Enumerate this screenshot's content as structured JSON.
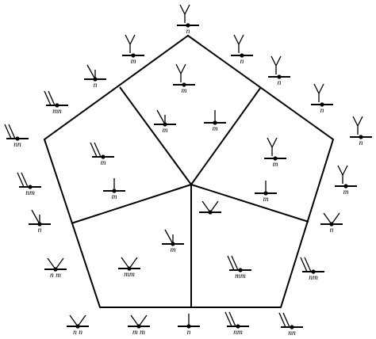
{
  "diagram": {
    "title": "",
    "regions": [
      {
        "id": "top",
        "glyph": {
          "type": "Y",
          "label": "m"
        }
      },
      {
        "id": "upper-left",
        "glyph": {
          "type": "double-slash",
          "label": "mm"
        }
      },
      {
        "id": "upper-right",
        "glyph": {
          "type": "Y",
          "label": "m"
        }
      },
      {
        "id": "lower-left",
        "glyph": {
          "type": "V",
          "label": "mm"
        }
      },
      {
        "id": "lower-right",
        "glyph": {
          "type": "double-slash",
          "label": "mm"
        }
      }
    ],
    "glyphs": [
      {
        "id": "g-top",
        "type": "Y",
        "label": "n"
      },
      {
        "id": "g-tl1",
        "type": "Y",
        "label": "m"
      },
      {
        "id": "g-tl2",
        "type": "slash",
        "label": "n"
      },
      {
        "id": "g-tl3",
        "type": "double-slash",
        "label": "mn"
      },
      {
        "id": "g-left1",
        "type": "double-slash",
        "label": "nn"
      },
      {
        "id": "g-left2",
        "type": "double-slash",
        "label": "nm"
      },
      {
        "id": "g-left3",
        "type": "slash",
        "label": "n"
      },
      {
        "id": "g-left4",
        "type": "V",
        "label": "n m"
      },
      {
        "id": "g-bot1",
        "type": "V",
        "label": "n n"
      },
      {
        "id": "g-bot2",
        "type": "V",
        "label": "m m"
      },
      {
        "id": "g-bot3",
        "type": "stem",
        "label": "n"
      },
      {
        "id": "g-bot4",
        "type": "double-slash",
        "label": "nm"
      },
      {
        "id": "g-bot5",
        "type": "double-slash",
        "label": "nn"
      },
      {
        "id": "g-tr1",
        "type": "Y",
        "label": "n"
      },
      {
        "id": "g-tr2",
        "type": "Y",
        "label": "n"
      },
      {
        "id": "g-tr3",
        "type": "Y",
        "label": "n"
      },
      {
        "id": "g-r1",
        "type": "Y",
        "label": "n"
      },
      {
        "id": "g-r2",
        "type": "Y",
        "label": "m"
      },
      {
        "id": "g-r3",
        "type": "Y",
        "label": "m"
      },
      {
        "id": "g-r4",
        "type": "V",
        "label": "n"
      },
      {
        "id": "g-r5",
        "type": "double-slash",
        "label": "nm"
      },
      {
        "id": "g-in1",
        "type": "Y",
        "label": "m"
      },
      {
        "id": "g-in2",
        "type": "slash",
        "label": "m"
      },
      {
        "id": "g-in3",
        "type": "stem-left",
        "label": "m"
      },
      {
        "id": "g-in4",
        "type": "slash",
        "label": "m"
      },
      {
        "id": "g-in5",
        "type": "V",
        "label": ""
      },
      {
        "id": "g-in6",
        "type": "stem",
        "label": "m"
      }
    ]
  }
}
